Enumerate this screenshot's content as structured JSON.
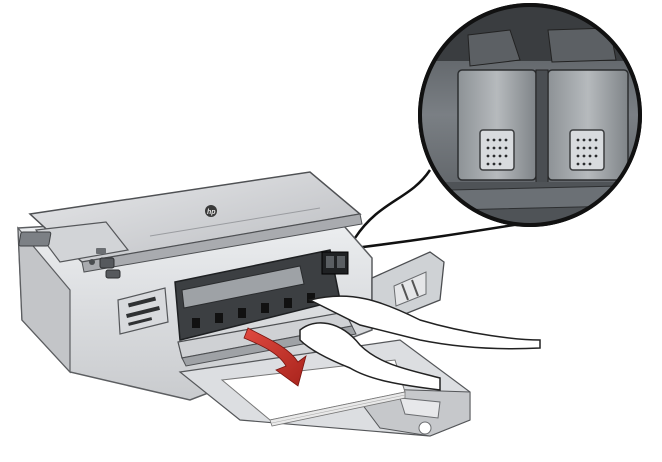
{
  "scene": {
    "subject": "hp-all-in-one-printer",
    "brand_mark": "hp",
    "callout": "ink-cartridge-carriage-closeup",
    "arrow_color": "#c8322b",
    "printer_body_color": "#d9dadc",
    "zoom_background_color": "#6e7378"
  }
}
